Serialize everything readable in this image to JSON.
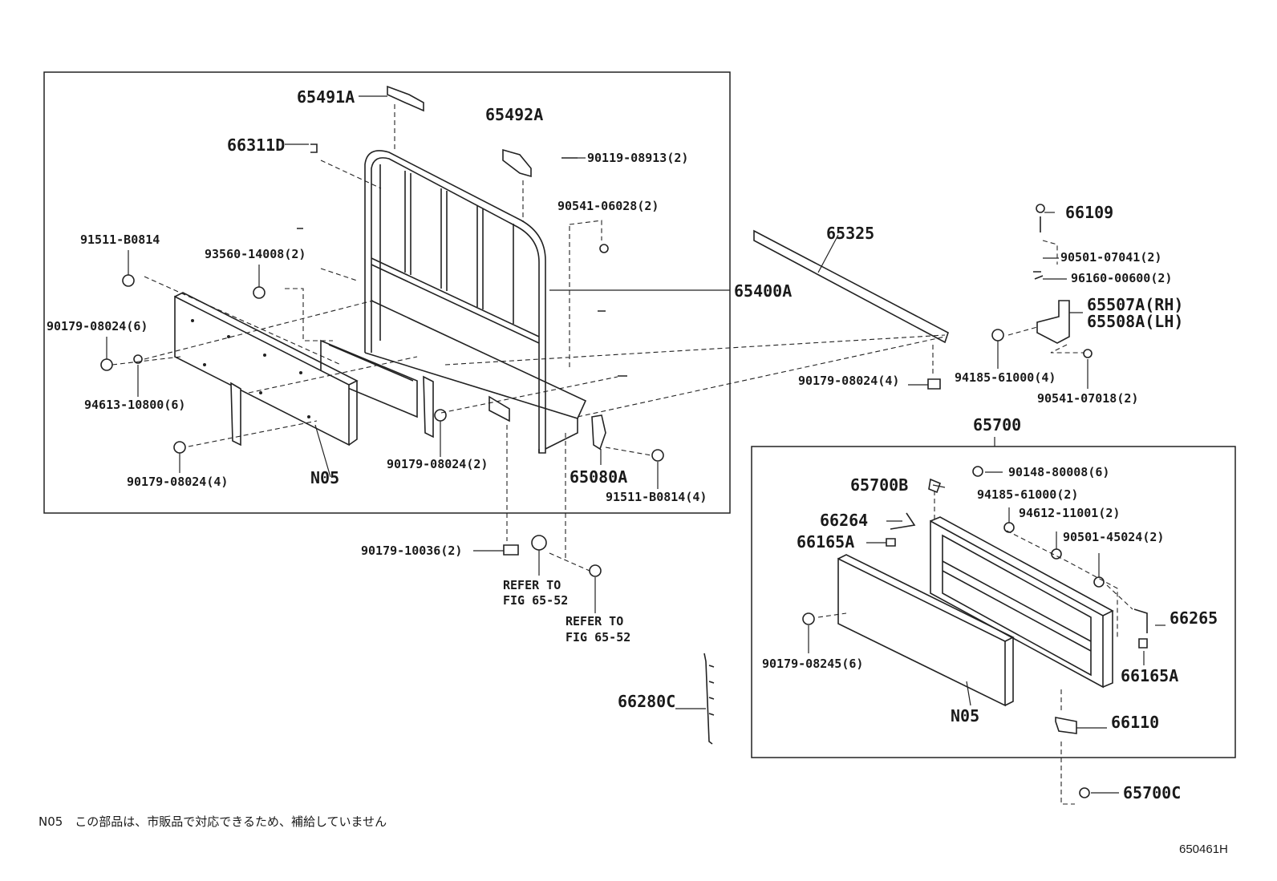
{
  "labels": {
    "p65491A": "65491A",
    "p65492A": "65492A",
    "p66311D": "66311D",
    "p90119": "90119-08913(2)",
    "p90541a": "90541-06028(2)",
    "p91511a": "91511-B0814",
    "p93560": "93560-14008(2)",
    "p65400A": "65400A",
    "p90179a": "90179-08024(6)",
    "p94613": "94613-10800(6)",
    "p90179b": "90179-08024(4)",
    "pN05a": "N05",
    "p90179c": "90179-08024(2)",
    "p65080A": "65080A",
    "p91511b": "91511-B0814(4)",
    "p90179d": "90179-10036(2)",
    "refer1a": "REFER TO",
    "refer1b": "FIG 65-52",
    "refer2a": "REFER TO",
    "refer2b": "FIG 65-52",
    "p66280C": "66280C",
    "p65325": "65325",
    "p90179e": "90179-08024(4)",
    "p66109": "66109",
    "p90501a": "90501-07041(2)",
    "p96160": "96160-00600(2)",
    "p65507A": "65507A(RH)",
    "p65508A": "65508A(LH)",
    "p94185a": "94185-61000(4)",
    "p90541b": "90541-07018(2)",
    "p65700": "65700",
    "p65700B": "65700B",
    "p90148": "90148-80008(6)",
    "p94185b": "94185-61000(2)",
    "p66264": "66264",
    "p94612": "94612-11001(2)",
    "p66165Aa": "66165A",
    "p90501b": "90501-45024(2)",
    "p66265": "66265",
    "p66165Ab": "66165A",
    "p90179f": "90179-08245(6)",
    "pN05b": "N05",
    "p66110": "66110",
    "p65700C": "65700C"
  },
  "footnote": "N05　この部品は、市販品で対応できるため、補給していません",
  "figure_code": "650461H"
}
